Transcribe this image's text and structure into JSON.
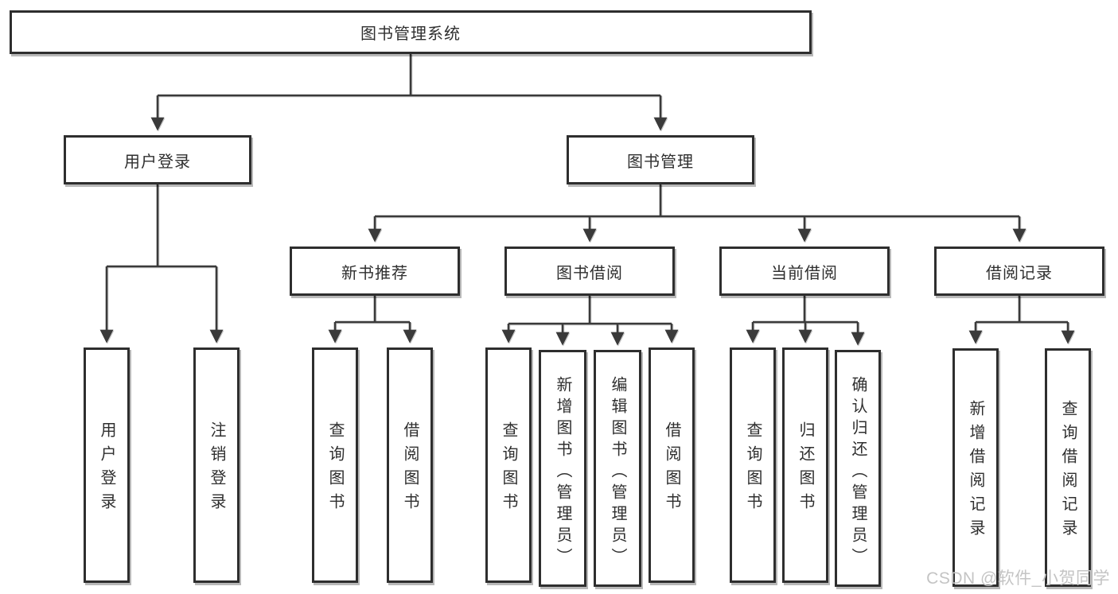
{
  "diagram": {
    "type": "function-structure-tree",
    "root": {
      "label": "图书管理系统"
    },
    "branches": {
      "user_login": {
        "label": "用户登录",
        "children": [
          {
            "label": "用户登录"
          },
          {
            "label": "注销登录"
          }
        ]
      },
      "book_mgmt": {
        "label": "图书管理",
        "children": [
          {
            "label": "新书推荐",
            "children": [
              {
                "label": "查询图书"
              },
              {
                "label": "借阅图书"
              }
            ]
          },
          {
            "label": "图书借阅",
            "children": [
              {
                "label": "查询图书"
              },
              {
                "label": "新增图书（管理员）"
              },
              {
                "label": "编辑图书（管理员）"
              },
              {
                "label": "借阅图书"
              }
            ]
          },
          {
            "label": "当前借阅",
            "children": [
              {
                "label": "查询图书"
              },
              {
                "label": "归还图书"
              },
              {
                "label": "确认归还（管理员）"
              }
            ]
          },
          {
            "label": "借阅记录",
            "children": [
              {
                "label": "新增借阅记录"
              },
              {
                "label": "查询借阅记录"
              }
            ]
          }
        ]
      }
    },
    "colors": {
      "line": "#3a3a3a",
      "border": "#2e2e2e",
      "text": "#2f2f2f",
      "background": "#ffffff",
      "watermark": "#c4c4c4"
    }
  },
  "watermark": {
    "text": "CSDN @软件_小贺同学"
  }
}
